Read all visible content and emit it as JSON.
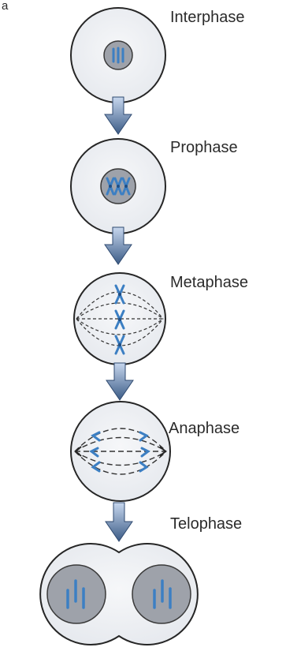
{
  "corner_label": "a",
  "stages": [
    {
      "name": "Interphase"
    },
    {
      "name": "Prophase"
    },
    {
      "name": "Metaphase"
    },
    {
      "name": "Anaphase"
    },
    {
      "name": "Telophase"
    }
  ],
  "colors": {
    "cell_fill": "#eef0f3",
    "cell_stroke": "#262626",
    "nucleus_fill": "#9ea2aa",
    "chromosome": "#3c7fc3",
    "chromosome_dark": "#1f4f86",
    "arrow_light": "#c7d7ee",
    "arrow_dark": "#3b5b86",
    "spindle": "#333333"
  }
}
